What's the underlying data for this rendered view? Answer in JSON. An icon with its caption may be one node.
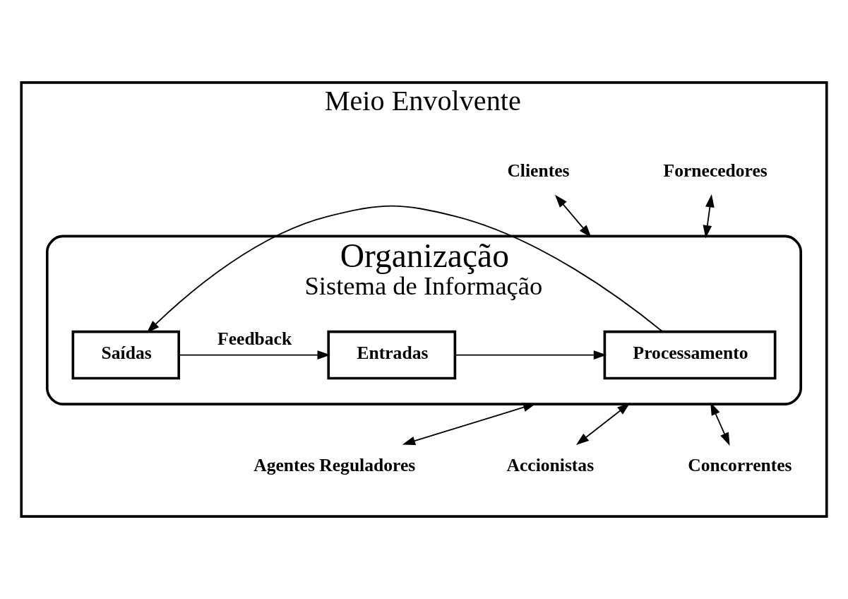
{
  "diagram": {
    "nodes": [
      {
        "text": [
          "Meio Envolvente"
        ]
      },
      {
        "text": [
          "Fornecedores"
        ],
        "in": 0
      },
      {
        "text": [
          "Clientes"
        ],
        "in": 0
      },
      {
        "text": [
          "Organização",
          "Sistema de Informação"
        ],
        "in": 0
      },
      {
        "text": [
          "Entradas"
        ],
        "in": 3
      },
      {
        "text": [
          "Processamento"
        ],
        "in": 3
      },
      {
        "text": [
          "Saídas"
        ],
        "in": 3
      },
      {
        "text": [
          "Agentes Reguladores"
        ],
        "in": 0
      },
      {
        "text": [
          "Accionistas"
        ],
        "in": 0
      },
      {
        "text": [
          "Concorrentes"
        ],
        "in": 0
      }
    ],
    "edges": [
      {
        "from": 1,
        "to": 3,
        "arrow": "both"
      },
      {
        "from": 2,
        "to": 3,
        "arrow": "both"
      },
      {
        "from": 4,
        "to": 5,
        "arrow": "to"
      },
      {
        "from": 5,
        "to": 6,
        "arrow": "to"
      },
      {
        "from": 6,
        "to": 4,
        "arrow": "to",
        "label": "Feedback"
      },
      {
        "from": 3,
        "to": 7,
        "arrow": "both"
      },
      {
        "from": 3,
        "to": 8,
        "arrow": "both"
      },
      {
        "from": 3,
        "to": 9,
        "arrow": "both"
      }
    ]
  }
}
